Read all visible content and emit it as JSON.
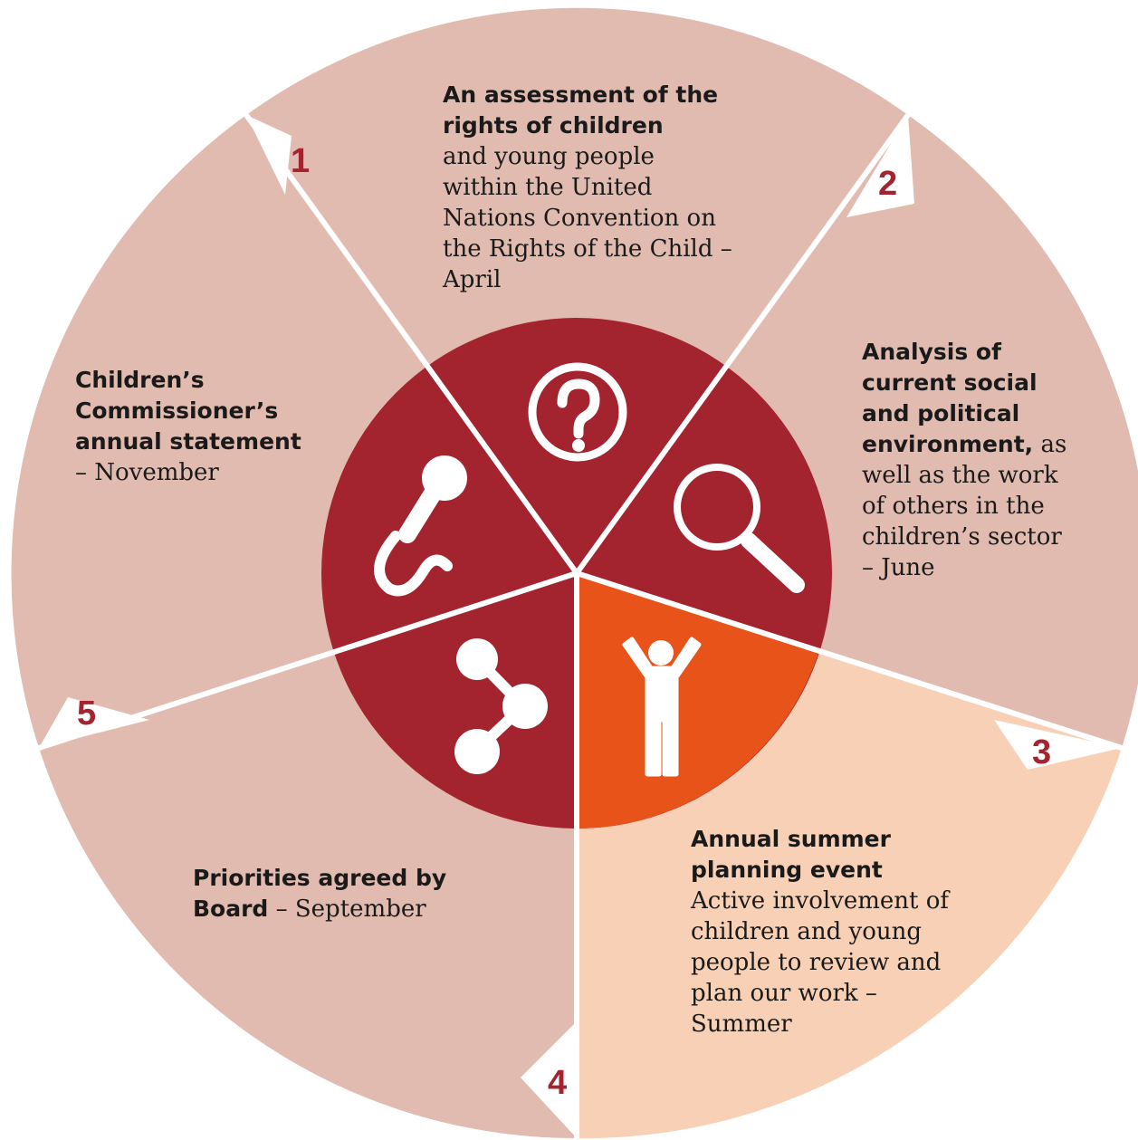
{
  "colors": {
    "outer_segment": "#e2bbb0",
    "highlight_segment": "#f8d0b5",
    "inner_circle": "#a3232e",
    "highlight_inner": "#e8531a",
    "divider": "#ffffff",
    "step_number": "#a3232e"
  },
  "steps": [
    {
      "number": "1",
      "title": "An assessment of the rights of children",
      "body": "and young people within the United Nations Convention on the Rights of the Child – April",
      "icon": "question-mark-icon"
    },
    {
      "number": "2",
      "title": "Analysis of current social and political environment,",
      "body": "as well as the work of others in the children’s sector – June",
      "icon": "magnifying-glass-icon"
    },
    {
      "number": "3",
      "title": "Annual summer planning event",
      "body": "Active involvement of children and young people to review and plan our work – Summer",
      "icon": "person-arms-raised-icon"
    },
    {
      "number": "4",
      "title": "Priorities agreed by Board",
      "body": "– September",
      "icon": "share-nodes-icon"
    },
    {
      "number": "5",
      "title": "Children’s Commissioner’s annual statement",
      "body": "– November",
      "icon": "microphone-icon"
    }
  ]
}
